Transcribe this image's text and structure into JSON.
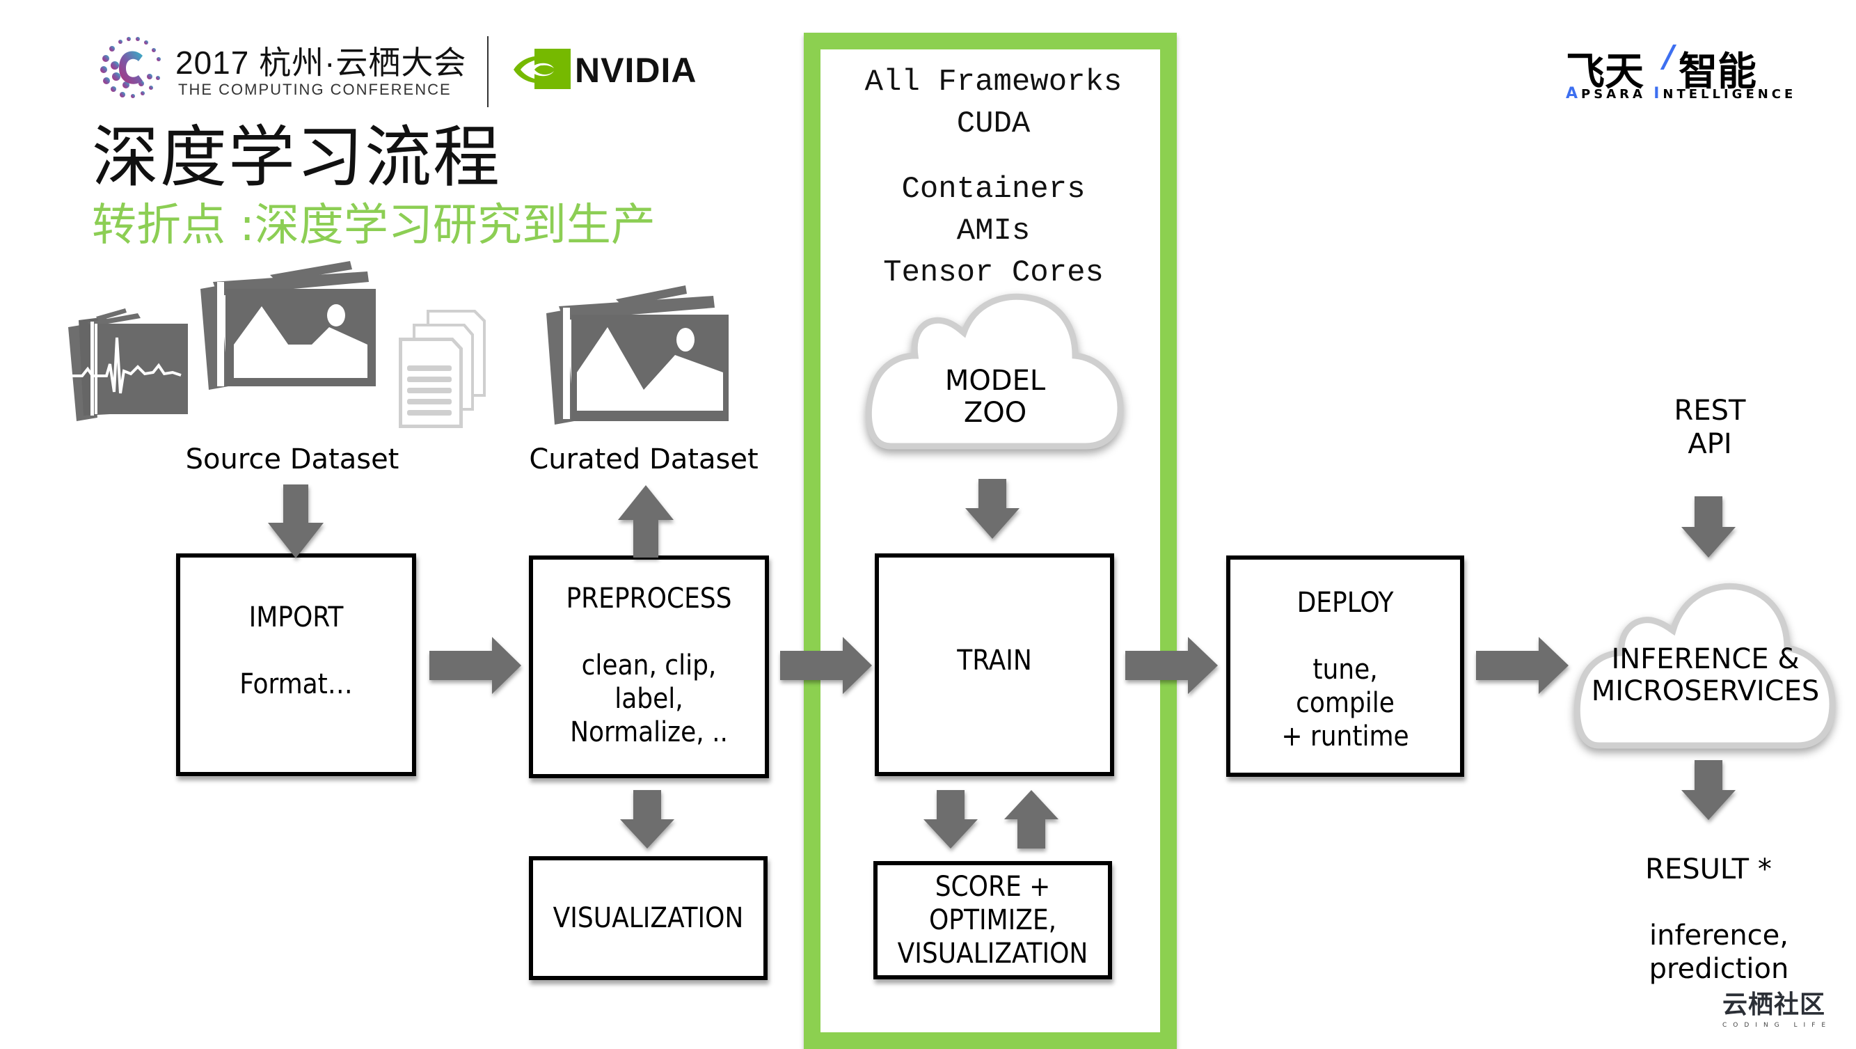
{
  "header": {
    "conference": {
      "title": "2017 杭州·云栖大会",
      "subtitle": "THE COMPUTING CONFERENCE",
      "icon": "conference-dots-logo-icon"
    },
    "nvidia": {
      "name": "NVIDIA",
      "icon": "nvidia-eye-icon",
      "brand_color": "#76b900"
    },
    "apsara": {
      "cn_part1": "飞天",
      "cn_part2": "智能",
      "slash": "/",
      "en_first_letter_1": "A",
      "en_rest_1": "PSARA",
      "en_first_letter_2": "I",
      "en_rest_2": "NTELLIGENCE",
      "accent_color": "#3d6ff0"
    }
  },
  "page": {
    "title": "深度学习流程",
    "subtitle": "转折点 :深度学习研究到生产",
    "subtitle_color": "#8cce54"
  },
  "datasets": {
    "source": {
      "label": "Source Dataset",
      "icons": [
        "ecg-images-icon",
        "photo-stack-icon",
        "documents-icon"
      ]
    },
    "curated": {
      "label": "Curated Dataset",
      "icons": [
        "photo-stack-icon"
      ]
    }
  },
  "green_frame": {
    "color": "#8cd050",
    "lines": [
      "All Frameworks",
      "CUDA",
      "",
      "Containers",
      "AMIs",
      "Tensor Cores"
    ]
  },
  "clouds": {
    "model_zoo": [
      "MODEL",
      "ZOO"
    ],
    "inference": [
      "INFERENCE &",
      "MICROSERVICES"
    ]
  },
  "boxes": {
    "import": {
      "title": "IMPORT",
      "body": [
        "Format…"
      ]
    },
    "preprocess": {
      "title": "PREPROCESS",
      "body": [
        "clean, clip,",
        "label,",
        "Normalize, .."
      ]
    },
    "train": {
      "title": "TRAIN",
      "body": []
    },
    "deploy": {
      "title": "DEPLOY",
      "body": [
        "tune,",
        "compile",
        "+ runtime"
      ]
    },
    "visualization": {
      "title": "VISUALIZATION"
    },
    "score": {
      "lines": [
        "SCORE +",
        "OPTIMIZE,",
        "VISUALIZATION"
      ]
    }
  },
  "rest_api": [
    "REST",
    "API"
  ],
  "result": {
    "title": "RESULT *",
    "body": [
      "inference,",
      "prediction"
    ]
  },
  "footer_logo": {
    "cn": "云栖社区",
    "en": "CODING LIFE",
    "accent_color": "#3d6ff0"
  },
  "colors": {
    "arrow": "#6e6e6e",
    "box_border": "#000000",
    "cloud_border": "#c8c8c8"
  }
}
